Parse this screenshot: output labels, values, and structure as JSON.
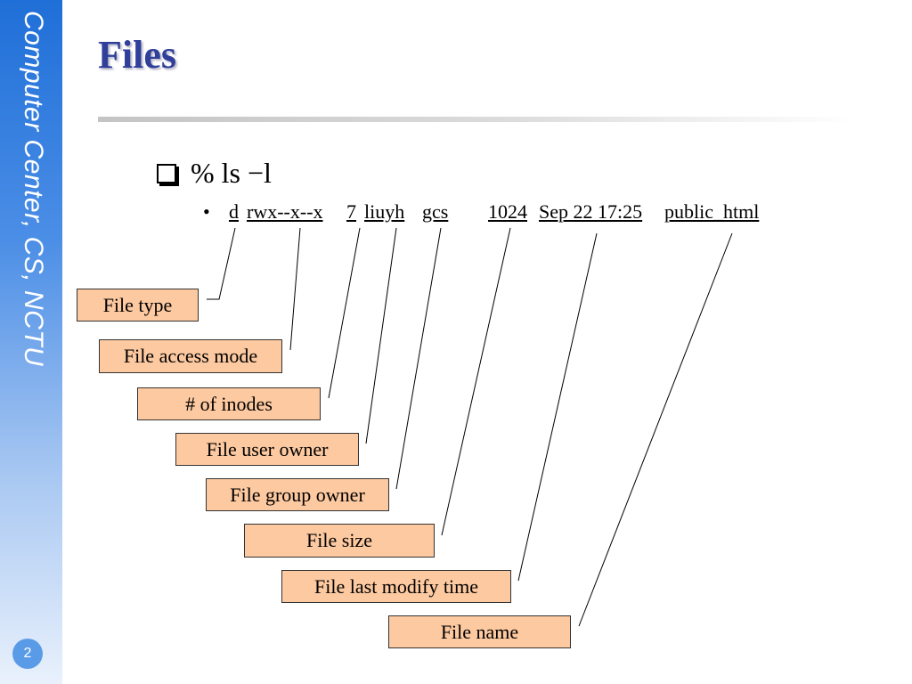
{
  "sidebar": {
    "vertical_text": "Computer Center, CS, NCTU",
    "page_number": "2"
  },
  "slide": {
    "title": "Files"
  },
  "command": {
    "text": "% ls −l"
  },
  "listing": {
    "bullet": "•",
    "fields": [
      "d",
      "rwx--x--x",
      "7",
      "liuyh",
      "gcs",
      "1024",
      "Sep 22 17:25",
      "public_html"
    ]
  },
  "labels": [
    "File type",
    "File access mode",
    "# of inodes",
    "File user owner",
    "File group owner",
    "File size",
    "File last modify time",
    "File name"
  ],
  "colors": {
    "label_box_fill": "#fdc9a0",
    "title": "#2f3f9a",
    "sidebar_top": "#1f6fd8"
  }
}
